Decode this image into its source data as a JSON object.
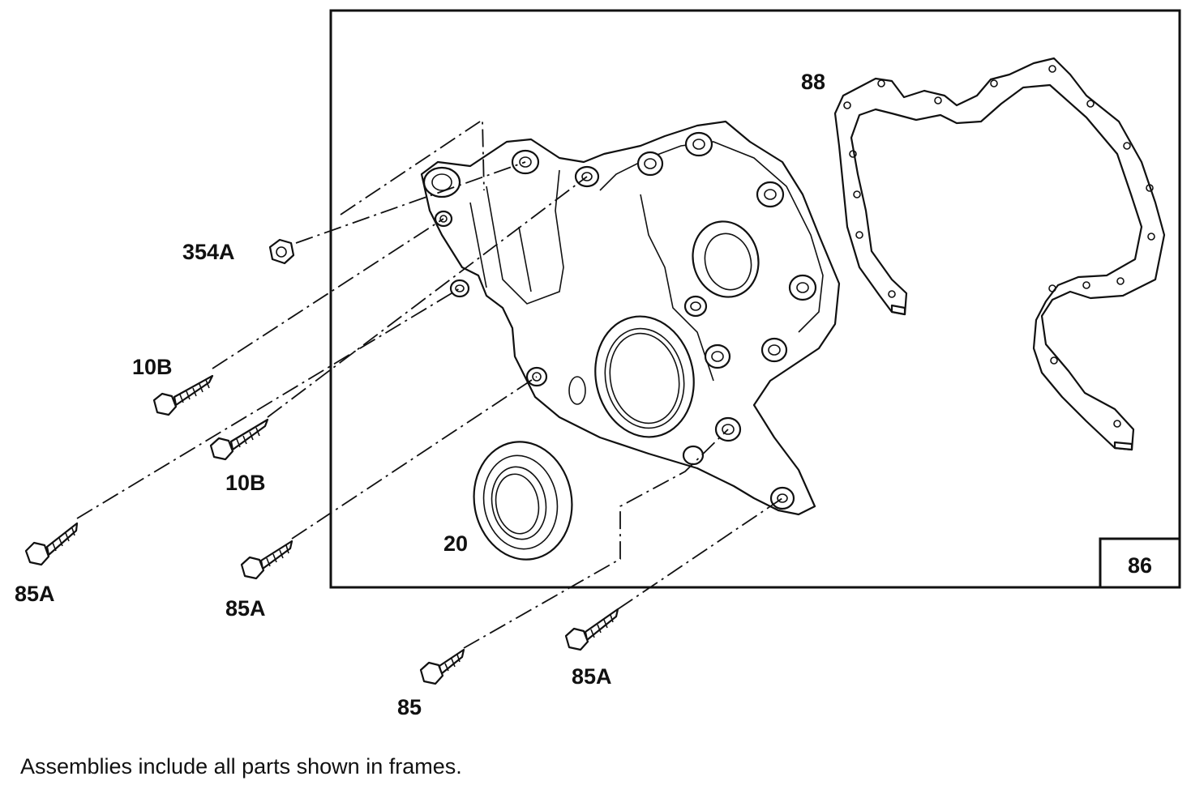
{
  "diagram": {
    "frame_label": "86",
    "footer_note": "Assemblies include all parts shown in frames.",
    "parts": {
      "gasket": "88",
      "nut": "354A",
      "bolt_10b_upper": "10B",
      "bolt_10b_lower": "10B",
      "bolt_85a_far_left": "85A",
      "bolt_85a_mid": "85A",
      "seal": "20",
      "bolt_85": "85",
      "bolt_85a_bottom": "85A"
    }
  }
}
